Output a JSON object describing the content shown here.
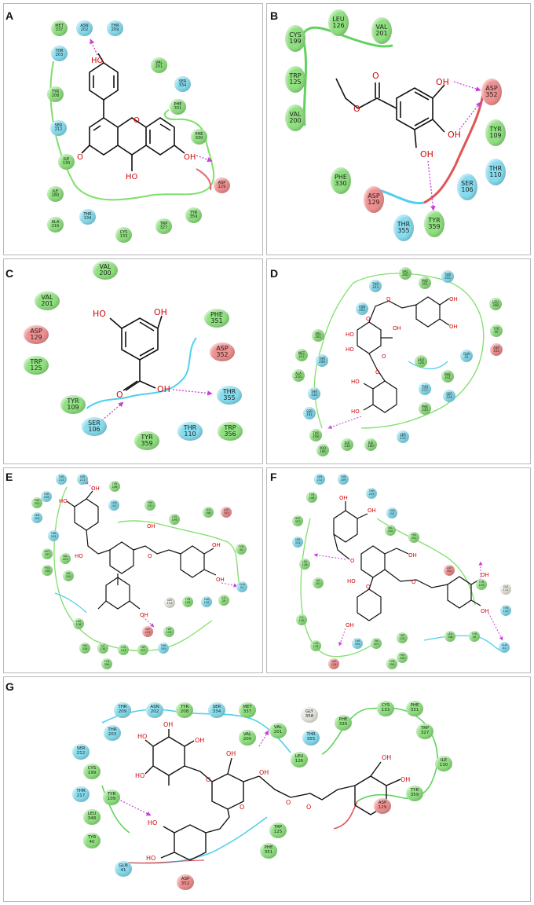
{
  "colors": {
    "hydrophobic": "#8fe07f",
    "polar": "#86dcee",
    "negative_charged": "#ef8f8f",
    "glycine": "#e7e7de",
    "hbond_arrow": "#c93fd8",
    "pocket_hydrophobic": "#5fd35f",
    "pocket_polar": "#4fd0ee",
    "pocket_negative": "#e05555",
    "bond": "#111111",
    "heteroatom": "#d10a0a"
  },
  "panels": [
    {
      "label": "A",
      "residues": [
        {
          "name": "MET",
          "num": "337",
          "type": "hydrophobic"
        },
        {
          "name": "ASN",
          "num": "202",
          "type": "polar"
        },
        {
          "name": "THR",
          "num": "209",
          "type": "polar"
        },
        {
          "name": "THR",
          "num": "203",
          "type": "polar"
        },
        {
          "name": "VAL",
          "num": "201",
          "type": "hydrophobic"
        },
        {
          "name": "SER",
          "num": "334",
          "type": "polar"
        },
        {
          "name": "TYR",
          "num": "208",
          "type": "hydrophobic"
        },
        {
          "name": "PHE",
          "num": "331",
          "type": "hydrophobic"
        },
        {
          "name": "SER",
          "num": "212",
          "type": "polar"
        },
        {
          "name": "PHE",
          "num": "330",
          "type": "hydrophobic"
        },
        {
          "name": "ILE",
          "num": "130",
          "type": "hydrophobic"
        },
        {
          "name": "ILE",
          "num": "180",
          "type": "hydrophobic"
        },
        {
          "name": "ASP",
          "num": "129",
          "type": "negative"
        },
        {
          "name": "ALA",
          "num": "216",
          "type": "hydrophobic"
        },
        {
          "name": "THR",
          "num": "134",
          "type": "polar"
        },
        {
          "name": "TYR",
          "num": "359",
          "type": "hydrophobic"
        },
        {
          "name": "TRP",
          "num": "327",
          "type": "hydrophobic"
        },
        {
          "name": "CYS",
          "num": "133",
          "type": "hydrophobic"
        }
      ],
      "atom_labels": [
        "HO",
        "O",
        "O",
        "OH",
        "HO"
      ]
    },
    {
      "label": "B",
      "residues": [
        {
          "name": "LEU",
          "num": "126",
          "type": "hydrophobic"
        },
        {
          "name": "VAL",
          "num": "201",
          "type": "hydrophobic"
        },
        {
          "name": "CYS",
          "num": "199",
          "type": "hydrophobic"
        },
        {
          "name": "TRP",
          "num": "125",
          "type": "hydrophobic"
        },
        {
          "name": "ASP",
          "num": "352",
          "type": "negative"
        },
        {
          "name": "VAL",
          "num": "200",
          "type": "hydrophobic"
        },
        {
          "name": "TYR",
          "num": "109",
          "type": "hydrophobic"
        },
        {
          "name": "THR",
          "num": "110",
          "type": "polar"
        },
        {
          "name": "PHE",
          "num": "330",
          "type": "hydrophobic"
        },
        {
          "name": "SER",
          "num": "106",
          "type": "polar"
        },
        {
          "name": "ASP",
          "num": "129",
          "type": "negative"
        },
        {
          "name": "THR",
          "num": "355",
          "type": "polar"
        },
        {
          "name": "TYR",
          "num": "359",
          "type": "hydrophobic"
        }
      ],
      "atom_labels": [
        "O",
        "O",
        "OH",
        "OH",
        "OH"
      ]
    },
    {
      "label": "C",
      "residues": [
        {
          "name": "VAL",
          "num": "200",
          "type": "hydrophobic"
        },
        {
          "name": "VAL",
          "num": "201",
          "type": "hydrophobic"
        },
        {
          "name": "PHE",
          "num": "351",
          "type": "hydrophobic"
        },
        {
          "name": "ASP",
          "num": "129",
          "type": "negative"
        },
        {
          "name": "ASP",
          "num": "352",
          "type": "negative"
        },
        {
          "name": "TRP",
          "num": "125",
          "type": "hydrophobic"
        },
        {
          "name": "THR",
          "num": "355",
          "type": "polar"
        },
        {
          "name": "TYR",
          "num": "109",
          "type": "hydrophobic"
        },
        {
          "name": "SER",
          "num": "106",
          "type": "polar"
        },
        {
          "name": "TYR",
          "num": "359",
          "type": "hydrophobic"
        },
        {
          "name": "THR",
          "num": "110",
          "type": "polar"
        },
        {
          "name": "TRP",
          "num": "356",
          "type": "hydrophobic"
        }
      ],
      "atom_labels": [
        "HO",
        "OH",
        "O",
        "OH"
      ]
    },
    {
      "label": "D",
      "residues": [
        {
          "name": "VAL",
          "num": "200",
          "type": "hydrophobic"
        },
        {
          "name": "THR",
          "num": "203",
          "type": "polar"
        },
        {
          "name": "PHE",
          "num": "351",
          "type": "hydrophobic"
        },
        {
          "name": "THR",
          "num": "355",
          "type": "polar"
        },
        {
          "name": "LEU",
          "num": "348",
          "type": "hydrophobic"
        },
        {
          "name": "ASN",
          "num": "202",
          "type": "polar"
        },
        {
          "name": "TYR",
          "num": "40",
          "type": "hydrophobic"
        },
        {
          "name": "VAL",
          "num": "201",
          "type": "hydrophobic"
        },
        {
          "name": "GLN",
          "num": "41",
          "type": "polar"
        },
        {
          "name": "ASP",
          "num": "352",
          "type": "negative"
        },
        {
          "name": "MET",
          "num": "337",
          "type": "hydrophobic"
        },
        {
          "name": "THR",
          "num": "209",
          "type": "polar"
        },
        {
          "name": "LEU",
          "num": "126",
          "type": "hydrophobic"
        },
        {
          "name": "ALA",
          "num": "216",
          "type": "hydrophobic"
        },
        {
          "name": "PHE",
          "num": "331",
          "type": "hydrophobic"
        },
        {
          "name": "THR",
          "num": "217",
          "type": "polar"
        },
        {
          "name": "THR",
          "num": "134",
          "type": "polar"
        },
        {
          "name": "SER",
          "num": "324",
          "type": "polar"
        },
        {
          "name": "PHE",
          "num": "330",
          "type": "hydrophobic"
        },
        {
          "name": "SER",
          "num": "181",
          "type": "polar"
        },
        {
          "name": "TYR",
          "num": "208",
          "type": "hydrophobic"
        },
        {
          "name": "ILE",
          "num": "130",
          "type": "hydrophobic"
        },
        {
          "name": "ILE",
          "num": "180",
          "type": "hydrophobic"
        },
        {
          "name": "SER",
          "num": "212",
          "type": "polar"
        },
        {
          "name": "PRO",
          "num": "184",
          "type": "hydrophobic"
        }
      ],
      "atom_labels": [
        "OH",
        "OH",
        "O",
        "O",
        "O",
        "HO",
        "HO",
        "OH",
        "O",
        "HO",
        "HO"
      ]
    },
    {
      "label": "E",
      "residues": [
        {
          "name": "THR",
          "num": "212",
          "type": "polar"
        },
        {
          "name": "SER",
          "num": "211",
          "type": "polar"
        },
        {
          "name": "THR",
          "num": "209",
          "type": "polar"
        },
        {
          "name": "TYR",
          "num": "208",
          "type": "hydrophobic"
        },
        {
          "name": "ASN",
          "num": "202",
          "type": "polar"
        },
        {
          "name": "PHE",
          "num": "331",
          "type": "hydrophobic"
        },
        {
          "name": "SER",
          "num": "324",
          "type": "polar"
        },
        {
          "name": "PHE",
          "num": "351",
          "type": "hydrophobic"
        },
        {
          "name": "CYS",
          "num": "199",
          "type": "hydrophobic"
        },
        {
          "name": "LEU",
          "num": "348",
          "type": "hydrophobic"
        },
        {
          "name": "ASP",
          "num": "352",
          "type": "negative"
        },
        {
          "name": "THR",
          "num": "203",
          "type": "polar"
        },
        {
          "name": "MET",
          "num": "337",
          "type": "hydrophobic"
        },
        {
          "name": "VAL",
          "num": "201",
          "type": "hydrophobic"
        },
        {
          "name": "PRO",
          "num": "336",
          "type": "hydrophobic"
        },
        {
          "name": "VAL",
          "num": "200",
          "type": "hydrophobic"
        },
        {
          "name": "TYR",
          "num": "40",
          "type": "hydrophobic"
        },
        {
          "name": "GLN",
          "num": "41",
          "type": "polar"
        },
        {
          "name": "GLY",
          "num": "111",
          "type": "glycine"
        },
        {
          "name": "TYR",
          "num": "109",
          "type": "hydrophobic"
        },
        {
          "name": "THR",
          "num": "110",
          "type": "polar"
        },
        {
          "name": "ILE",
          "num": "29",
          "type": "hydrophobic"
        },
        {
          "name": "LEU",
          "num": "126",
          "type": "hydrophobic"
        },
        {
          "name": "ASP",
          "num": "129",
          "type": "negative"
        },
        {
          "name": "TRP",
          "num": "125",
          "type": "hydrophobic"
        },
        {
          "name": "PHE",
          "num": "330",
          "type": "hydrophobic"
        },
        {
          "name": "ILE",
          "num": "130",
          "type": "hydrophobic"
        },
        {
          "name": "CYS",
          "num": "133",
          "type": "hydrophobic"
        },
        {
          "name": "TRP",
          "num": "327",
          "type": "hydrophobic"
        },
        {
          "name": "THR",
          "num": "355",
          "type": "polar"
        },
        {
          "name": "TYR",
          "num": "359",
          "type": "hydrophobic"
        }
      ],
      "atom_labels": [
        "HO",
        "OH",
        "HO",
        "OH",
        "OH",
        "OH",
        "O",
        "OH"
      ]
    },
    {
      "label": "F",
      "residues": [
        {
          "name": "SER",
          "num": "212",
          "type": "polar"
        },
        {
          "name": "THR",
          "num": "209",
          "type": "polar"
        },
        {
          "name": "TYR",
          "num": "208",
          "type": "hydrophobic"
        },
        {
          "name": "THR",
          "num": "203",
          "type": "polar"
        },
        {
          "name": "ASN",
          "num": "202",
          "type": "polar"
        },
        {
          "name": "MET",
          "num": "337",
          "type": "hydrophobic"
        },
        {
          "name": "VAL",
          "num": "200",
          "type": "hydrophobic"
        },
        {
          "name": "PHE",
          "num": "351",
          "type": "hydrophobic"
        },
        {
          "name": "SER",
          "num": "324",
          "type": "polar"
        },
        {
          "name": "LEU",
          "num": "126",
          "type": "hydrophobic"
        },
        {
          "name": "ASP",
          "num": "352",
          "type": "negative"
        },
        {
          "name": "VAL",
          "num": "201",
          "type": "hydrophobic"
        },
        {
          "name": "TYR",
          "num": "109",
          "type": "hydrophobic"
        },
        {
          "name": "GLY",
          "num": "111",
          "type": "glycine"
        },
        {
          "name": "THR",
          "num": "110",
          "type": "polar"
        },
        {
          "name": "ILE",
          "num": "130",
          "type": "hydrophobic"
        },
        {
          "name": "TRP",
          "num": "125",
          "type": "hydrophobic"
        },
        {
          "name": "CYS",
          "num": "133",
          "type": "hydrophobic"
        },
        {
          "name": "THR",
          "num": "355",
          "type": "polar"
        },
        {
          "name": "TRP",
          "num": "327",
          "type": "hydrophobic"
        },
        {
          "name": "PHE",
          "num": "330",
          "type": "hydrophobic"
        },
        {
          "name": "LEU",
          "num": "348",
          "type": "hydrophobic"
        },
        {
          "name": "TYR",
          "num": "40",
          "type": "hydrophobic"
        },
        {
          "name": "GLN",
          "num": "41",
          "type": "polar"
        },
        {
          "name": "ASP",
          "num": "129",
          "type": "negative"
        },
        {
          "name": "TYR",
          "num": "359",
          "type": "hydrophobic"
        }
      ],
      "atom_labels": [
        "OH",
        "OH",
        "O",
        "OH",
        "HO",
        "O",
        "OH",
        "O",
        "OH",
        "OH"
      ]
    },
    {
      "label": "G",
      "residues": [
        {
          "name": "THR",
          "num": "209",
          "type": "polar"
        },
        {
          "name": "ASN",
          "num": "202",
          "type": "polar"
        },
        {
          "name": "TYR",
          "num": "208",
          "type": "hydrophobic"
        },
        {
          "name": "SER",
          "num": "334",
          "type": "polar"
        },
        {
          "name": "MET",
          "num": "337",
          "type": "hydrophobic"
        },
        {
          "name": "GLY",
          "num": "358",
          "type": "glycine"
        },
        {
          "name": "CYS",
          "num": "133",
          "type": "hydrophobic"
        },
        {
          "name": "PHE",
          "num": "331",
          "type": "hydrophobic"
        },
        {
          "name": "THR",
          "num": "203",
          "type": "polar"
        },
        {
          "name": "VAL",
          "num": "201",
          "type": "hydrophobic"
        },
        {
          "name": "PHE",
          "num": "330",
          "type": "hydrophobic"
        },
        {
          "name": "THR",
          "num": "355",
          "type": "polar"
        },
        {
          "name": "TRP",
          "num": "327",
          "type": "hydrophobic"
        },
        {
          "name": "VAL",
          "num": "200",
          "type": "hydrophobic"
        },
        {
          "name": "SER",
          "num": "212",
          "type": "polar"
        },
        {
          "name": "LEU",
          "num": "126",
          "type": "hydrophobic"
        },
        {
          "name": "ILE",
          "num": "130",
          "type": "hydrophobic"
        },
        {
          "name": "CYS",
          "num": "199",
          "type": "hydrophobic"
        },
        {
          "name": "THR",
          "num": "217",
          "type": "polar"
        },
        {
          "name": "TYR",
          "num": "109",
          "type": "hydrophobic"
        },
        {
          "name": "TYR",
          "num": "359",
          "type": "hydrophobic"
        },
        {
          "name": "ASP",
          "num": "129",
          "type": "negative"
        },
        {
          "name": "LEU",
          "num": "348",
          "type": "hydrophobic"
        },
        {
          "name": "TRP",
          "num": "125",
          "type": "hydrophobic"
        },
        {
          "name": "TYR",
          "num": "40",
          "type": "hydrophobic"
        },
        {
          "name": "PHE",
          "num": "351",
          "type": "hydrophobic"
        },
        {
          "name": "GLN",
          "num": "41",
          "type": "polar"
        },
        {
          "name": "ASP",
          "num": "352",
          "type": "negative"
        }
      ],
      "atom_labels": [
        "HO",
        "OH",
        "HO",
        "OH",
        "OH",
        "OH",
        "O",
        "O",
        "OH",
        "OH",
        "O",
        "O",
        "HO",
        "HO"
      ]
    }
  ]
}
